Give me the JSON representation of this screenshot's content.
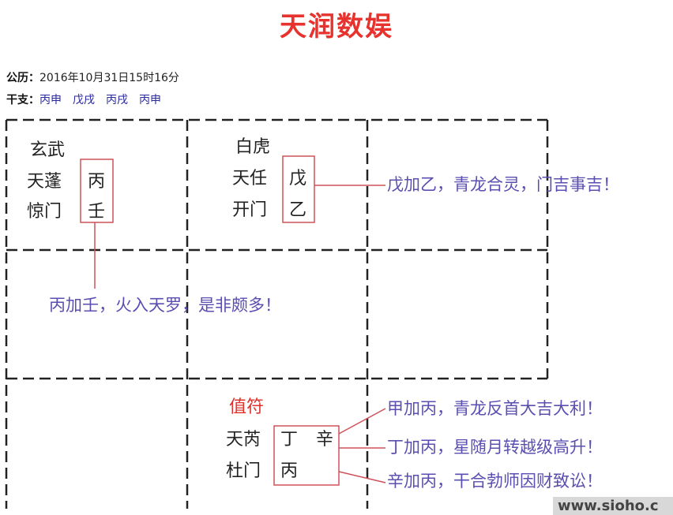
{
  "title": "天润数娱",
  "info": {
    "date_label": "公历：",
    "date_value": "2016年10月31日15时16分",
    "ganzhi_label": "干支：",
    "ganzhi": [
      "丙申",
      "戊戌",
      "丙戌",
      "丙申"
    ]
  },
  "palace_top_left": {
    "god": "玄武",
    "star": "天蓬",
    "door": "惊门",
    "stem_upper": "丙",
    "stem_lower": "壬"
  },
  "palace_top_center": {
    "god": "白虎",
    "star": "天任",
    "door": "开门",
    "stem_upper": "戊",
    "stem_lower": "乙"
  },
  "palace_bottom_center": {
    "god": "值符",
    "star": "天芮",
    "door": "杜门",
    "stem_upper_1": "丁",
    "stem_upper_2": "辛",
    "stem_lower": "丙"
  },
  "annotations": {
    "wu_jia_yi": "戊加乙，青龙合灵，门吉事吉！",
    "bing_jia_ren": "丙加壬，火入天罗，是非颇多！",
    "jia_jia_bing": "甲加丙，青龙反首大吉大利！",
    "ding_jia_bing": "丁加丙，星随月转越级高升！",
    "xin_jia_bing": "辛加丙，干合勃师因财致讼！"
  },
  "watermark": "www.sioho.c",
  "colors": {
    "title": "#e8322e",
    "annotation": "#5a4fb0",
    "box": "#d0505a",
    "ganzhi": "#2a2aa0"
  }
}
